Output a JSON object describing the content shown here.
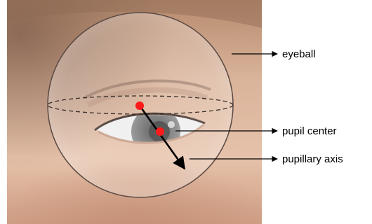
{
  "labels": {
    "eyeball": "eyeball",
    "pupil_center": "pupil center",
    "pupillary_axis": "pupillary axis"
  },
  "colors": {
    "marker": "#ff1a1a",
    "arrow": "#000000",
    "sphere_outline": "#5a4a44",
    "dash": "#3a2f2a"
  }
}
